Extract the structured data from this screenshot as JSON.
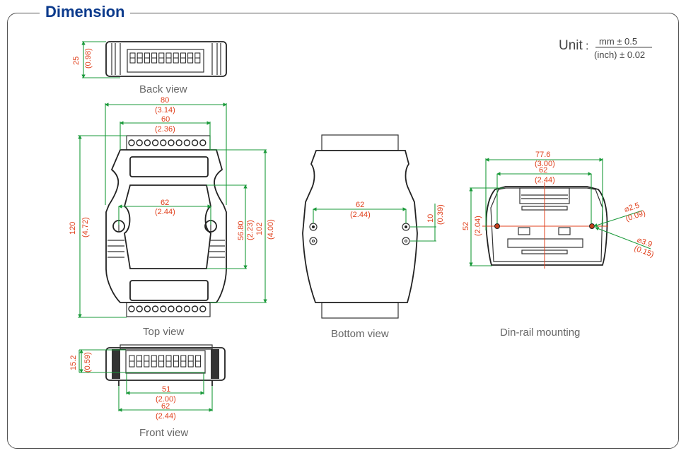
{
  "title": "Dimension",
  "unit": {
    "label": "Unit",
    "numerator": "mm ± 0.5",
    "denominator": "(inch) ± 0.02"
  },
  "colors": {
    "title": "#0b3a8c",
    "dimension_text": "#e0401c",
    "dimension_line": "#1a9a3a",
    "outline": "#222222"
  },
  "views": {
    "back": {
      "caption": "Back view",
      "height_mm": "25",
      "height_in": "(0.98)"
    },
    "top": {
      "caption": "Top view",
      "width_mm": "80",
      "width_in": "(3.14)",
      "connector_mm": "60",
      "connector_in": "(2.36)",
      "hole_mm": "62",
      "hole_in": "(2.44)",
      "height_mm": "120",
      "height_in": "(4.72)",
      "window_mm": "56.80",
      "window_in": "(2.23)",
      "body_mm": "102",
      "body_in": "(4.00)"
    },
    "front": {
      "caption": "Front view",
      "height_mm": "15.2",
      "height_in": "(0.59)",
      "inner_mm": "51",
      "inner_in": "(2.00)",
      "outer_mm": "62",
      "outer_in": "(2.44)"
    },
    "bottom": {
      "caption": "Bottom view",
      "hole_mm": "62",
      "hole_in": "(2.44)",
      "pitch_mm": "10",
      "pitch_in": "(0.39)"
    },
    "din": {
      "caption": "Din-rail mounting",
      "width_mm": "77.6",
      "width_in": "(3.00)",
      "hole_mm": "62",
      "hole_in": "(2.44)",
      "height_mm": "52",
      "height_in": "(2.04)",
      "d1_mm": "⌀2.5",
      "d1_in": "(0.09)",
      "d2_mm": "⌀3.9",
      "d2_in": "(0.15)"
    }
  }
}
